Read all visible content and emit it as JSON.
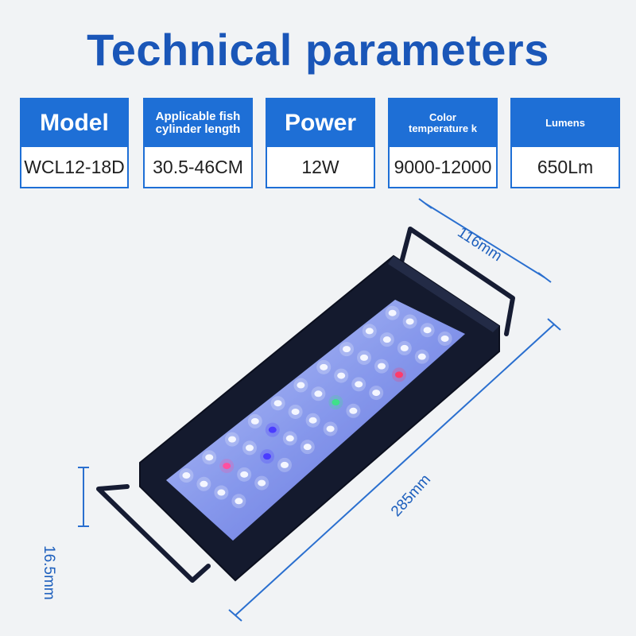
{
  "title": "Technical parameters",
  "params": [
    {
      "label": "Model",
      "value": "WCL12-18D"
    },
    {
      "label": "Applicable fish cylinder length",
      "value": "30.5-46CM"
    },
    {
      "label": "Power",
      "value": "12W"
    },
    {
      "label": "Color temperature k",
      "value": "9000-12000"
    },
    {
      "label": "Lumens",
      "value": "650Lm"
    }
  ],
  "dimensions": {
    "width": "116mm",
    "length": "285mm",
    "height": "16.5mm"
  },
  "colors": {
    "accent": "#1e6fd6",
    "title": "#1a56b8",
    "dimension_line": "#2a6fcf",
    "fixture_frame": "#141a2e",
    "led_panel": "#7b8fe8"
  },
  "product_image": "aquarium-led-light-fixture"
}
